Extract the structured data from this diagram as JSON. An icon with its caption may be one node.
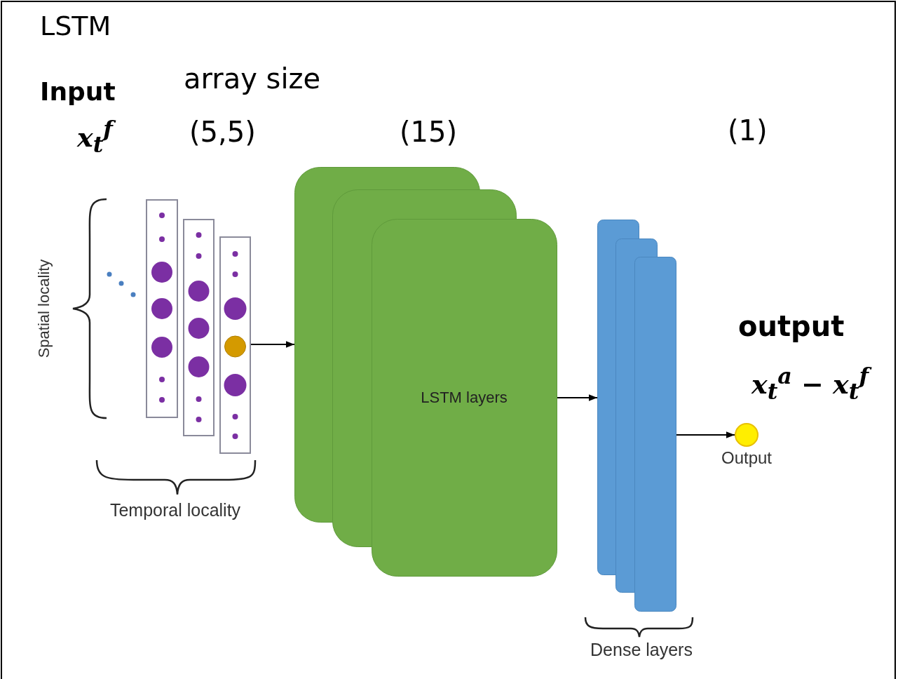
{
  "diagram": {
    "nodes": [
      {
        "text": [],
        "shape": "box"
      },
      {
        "text": [],
        "shape": "box"
      },
      {
        "text": [],
        "shape": "box"
      },
      {
        "text": [
          "LSTM layers"
        ]
      },
      {
        "text": [],
        "shape": "bar"
      },
      {
        "text": [],
        "shape": "circle",
        "beside": [
          "Output"
        ]
      }
    ],
    "edges": [
      {
        "from": 2,
        "to": 3,
        "arrow": "to"
      },
      {
        "from": 3,
        "to": 4,
        "arrow": "to"
      },
      {
        "from": 4,
        "to": 5,
        "arrow": "to"
      }
    ],
    "labels": [
      "LSTM",
      "Input",
      "x$_{t}$$^{f}$",
      "array size",
      "(5,5)",
      "(15)",
      "(1)",
      "output",
      "x$_{t}$$^{a}$ − x$_{t}$$^{f}$",
      "Spatial locality",
      "Temporal locality",
      "Dense layers"
    ]
  }
}
